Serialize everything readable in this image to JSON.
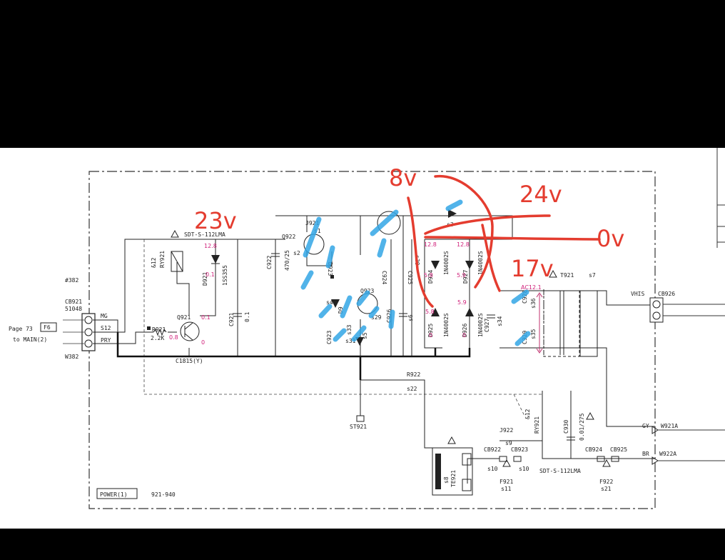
{
  "annotations": [
    {
      "id": "a23",
      "text": "23v",
      "color": "#e43c2f"
    },
    {
      "id": "a8",
      "text": "8v",
      "color": "#e43c2f"
    },
    {
      "id": "a24",
      "text": "24v",
      "color": "#e43c2f"
    },
    {
      "id": "a0",
      "text": "0v",
      "color": "#e43c2f"
    },
    {
      "id": "a17",
      "text": "17v",
      "color": "#e43c2f"
    }
  ],
  "left_connector": {
    "page_ref": "Page 73",
    "page_code": "F6",
    "to": "to MAIN(2)",
    "tag1": "#382",
    "cb": "CB921",
    "cb_num": "51048",
    "w": "W382",
    "pins": [
      "MG",
      "S12",
      "PRY"
    ]
  },
  "relay_top": "SDT-S-112LMA",
  "relay_bottom": "SDT-S-112LMA",
  "components": {
    "ry921": "RY921",
    "l12a": "&12",
    "d921": "D921",
    "d921p": "1SS355",
    "q921": "Q921",
    "r921": "R921",
    "r921v": "2.2K",
    "c1815": "C1815(Y)",
    "c921": "C921",
    "c921v": "0.1",
    "c922": "C922",
    "c922v": "470/25",
    "q922": "Q922",
    "j921": "J921",
    "d923": "D923",
    "q923": "Q923",
    "d9": "D9",
    "c923": "C923",
    "c924": "C924",
    "c925": "C925",
    "c926": "C926",
    "d924": "D924",
    "d925": "D925",
    "d926": "D926",
    "d927": "D927",
    "d1n": "1N4002S",
    "c927": "C927",
    "c928": "C928",
    "c929": "C929",
    "t921": "T921",
    "ac": "AC12.1",
    "vhis": "VHIS",
    "cb926": "CB926",
    "st921": "ST921",
    "r922": "R922",
    "j922": "J922",
    "ry921b": "RY921",
    "l12b": "&12",
    "c930": "C930",
    "c930v": "0.01/275",
    "cb922": "CB922",
    "cb923": "CB923",
    "cb924": "CB924",
    "cb925": "CB925",
    "f921": "F921",
    "f922": "F922",
    "te921": "TE921",
    "gy": "GY",
    "w921a": "W921A",
    "br": "BR",
    "w922a": "W922A",
    "power": "POWER(1)",
    "range": "921-940"
  },
  "voltages": {
    "v128a": "12.8",
    "v01a": "0.1",
    "v01b": "0.1",
    "v0a": "0",
    "v08": "0.8",
    "v128b": "12.8",
    "v58a": "5.8",
    "v128c": "12.8",
    "v59a": "5.9",
    "v58b": "5.8",
    "v0b": "0",
    "v59b": "5.9",
    "v0c": "0"
  },
  "nodes": {
    "s1": "s1",
    "s2": "s2",
    "s3": "s3",
    "s4": "s4",
    "s5": "s5",
    "s6": "s6",
    "s7": "s7",
    "s8": "s8",
    "s9": "s9",
    "s10a": "s10",
    "s10b": "s10",
    "s11": "s11",
    "s21": "s21",
    "s22": "s22",
    "s29": "s29",
    "s30": "s30",
    "s31": "s31",
    "s33": "s33",
    "s34": "s34",
    "s35": "s35",
    "s36": "s36"
  }
}
